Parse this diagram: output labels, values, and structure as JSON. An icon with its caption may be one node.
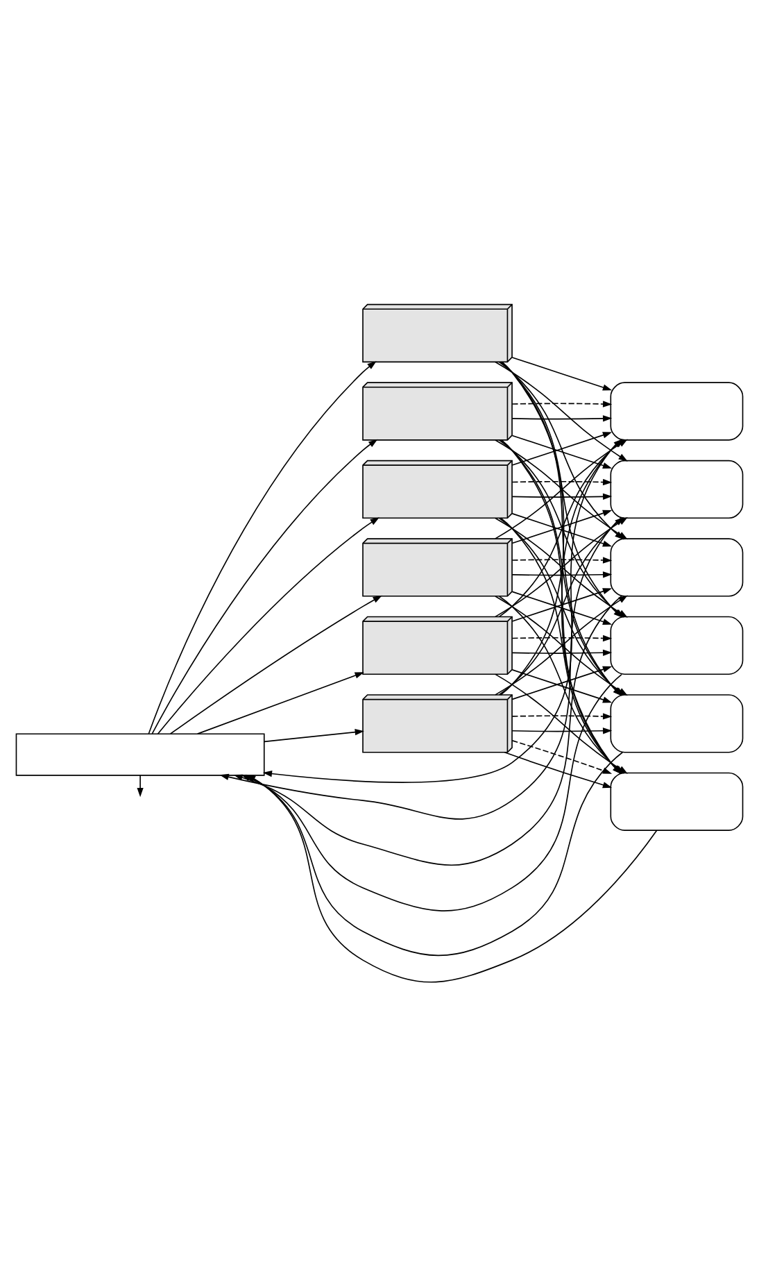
{
  "diagram": {
    "nodes": [
      {
        "text": [],
        "shape": "box"
      },
      {
        "text": [],
        "shape": "cuboid"
      },
      {
        "text": [],
        "shape": "cuboid"
      },
      {
        "text": [],
        "shape": "cuboid"
      },
      {
        "text": [],
        "shape": "cuboid"
      },
      {
        "text": [],
        "shape": "cuboid"
      },
      {
        "text": [],
        "shape": "cuboid"
      },
      {
        "text": [],
        "shape": "rounded"
      },
      {
        "text": [],
        "shape": "rounded"
      },
      {
        "text": [],
        "shape": "rounded"
      },
      {
        "text": [],
        "shape": "rounded"
      },
      {
        "text": [],
        "shape": "rounded"
      },
      {
        "text": [],
        "shape": "rounded"
      }
    ],
    "edges": [
      {
        "from": 0,
        "to": null,
        "arrow": "to"
      },
      {
        "from": 0,
        "to": 1,
        "arrow": "to"
      },
      {
        "from": 0,
        "to": 2,
        "arrow": "to"
      },
      {
        "from": 0,
        "to": 3,
        "arrow": "to"
      },
      {
        "from": 0,
        "to": 4,
        "arrow": "to"
      },
      {
        "from": 0,
        "to": 5,
        "arrow": "to"
      },
      {
        "from": 0,
        "to": 6,
        "arrow": "to"
      },
      {
        "from": 1,
        "to": 7,
        "arrow": "to"
      },
      {
        "from": 1,
        "to": 8,
        "arrow": "to"
      },
      {
        "from": 1,
        "to": 9,
        "arrow": "to"
      },
      {
        "from": 1,
        "to": 10,
        "arrow": "to"
      },
      {
        "from": 1,
        "to": 11,
        "arrow": "to"
      },
      {
        "from": 1,
        "to": 12,
        "arrow": "to"
      },
      {
        "from": 2,
        "to": 7,
        "arrow": "to"
      },
      {
        "from": 2,
        "to": 8,
        "arrow": "to"
      },
      {
        "from": 2,
        "to": 9,
        "arrow": "to"
      },
      {
        "from": 2,
        "to": 10,
        "arrow": "to"
      },
      {
        "from": 2,
        "to": 11,
        "arrow": "to"
      },
      {
        "from": 2,
        "to": 12,
        "arrow": "to"
      },
      {
        "from": 3,
        "to": 7,
        "arrow": "to"
      },
      {
        "from": 3,
        "to": 8,
        "arrow": "to"
      },
      {
        "from": 3,
        "to": 9,
        "arrow": "to"
      },
      {
        "from": 3,
        "to": 10,
        "arrow": "to"
      },
      {
        "from": 3,
        "to": 11,
        "arrow": "to"
      },
      {
        "from": 3,
        "to": 12,
        "arrow": "to"
      },
      {
        "from": 4,
        "to": 7,
        "arrow": "to"
      },
      {
        "from": 4,
        "to": 8,
        "arrow": "to"
      },
      {
        "from": 4,
        "to": 9,
        "arrow": "to"
      },
      {
        "from": 4,
        "to": 10,
        "arrow": "to"
      },
      {
        "from": 4,
        "to": 11,
        "arrow": "to"
      },
      {
        "from": 4,
        "to": 12,
        "arrow": "to"
      },
      {
        "from": 5,
        "to": 7,
        "arrow": "to"
      },
      {
        "from": 5,
        "to": 8,
        "arrow": "to"
      },
      {
        "from": 5,
        "to": 9,
        "arrow": "to"
      },
      {
        "from": 5,
        "to": 10,
        "arrow": "to"
      },
      {
        "from": 5,
        "to": 11,
        "arrow": "to"
      },
      {
        "from": 5,
        "to": 12,
        "arrow": "to"
      },
      {
        "from": 6,
        "to": 7,
        "arrow": "to"
      },
      {
        "from": 6,
        "to": 8,
        "arrow": "to"
      },
      {
        "from": 6,
        "to": 9,
        "arrow": "to"
      },
      {
        "from": 6,
        "to": 10,
        "arrow": "to"
      },
      {
        "from": 6,
        "to": 11,
        "arrow": "to"
      },
      {
        "from": 6,
        "to": 12,
        "arrow": "to"
      },
      {
        "from": 7,
        "to": 0,
        "arrow": "to"
      },
      {
        "from": 8,
        "to": 0,
        "arrow": "to"
      },
      {
        "from": 9,
        "to": 0,
        "arrow": "to"
      },
      {
        "from": 10,
        "to": 0,
        "arrow": "to"
      },
      {
        "from": 11,
        "to": 0,
        "arrow": "to"
      },
      {
        "from": 12,
        "to": 0,
        "arrow": "to"
      },
      {
        "from": 2,
        "to": 7,
        "arrow": "to",
        "style": "dashed"
      },
      {
        "from": 3,
        "to": 8,
        "arrow": "to",
        "style": "dashed"
      },
      {
        "from": 4,
        "to": 9,
        "arrow": "to",
        "style": "dashed"
      },
      {
        "from": 5,
        "to": 10,
        "arrow": "to",
        "style": "dashed"
      },
      {
        "from": 6,
        "to": 11,
        "arrow": "to",
        "style": "dashed"
      },
      {
        "from": 6,
        "to": 12,
        "arrow": "to",
        "style": "dashed"
      }
    ]
  }
}
